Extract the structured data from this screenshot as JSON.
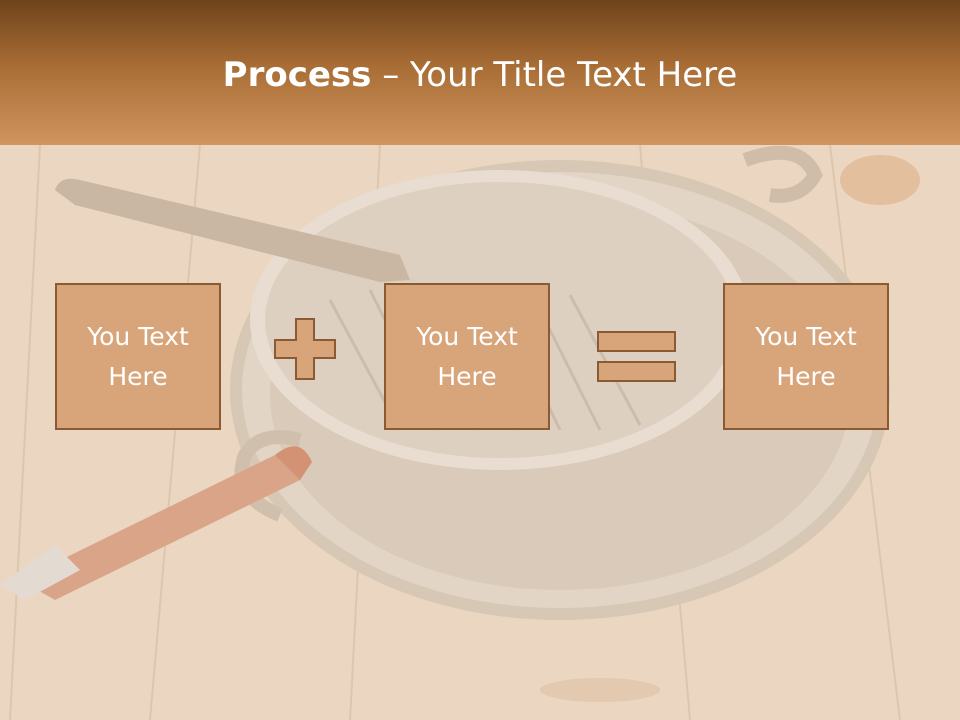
{
  "slide": {
    "title_bold": "Process",
    "title_dash": " – ",
    "title_rest": "Your Title Text Here",
    "boxes": [
      {
        "text": "You Text Here"
      },
      {
        "text": "You Text Here"
      },
      {
        "text": "You Text Here"
      }
    ],
    "operators": [
      "plus-icon",
      "equals-icon"
    ]
  },
  "colors": {
    "title_bar_top": "#6e431b",
    "title_bar_bottom": "#d0955e",
    "box_fill": "#d8a57b",
    "box_border": "#8a5a35",
    "text": "#ffffff"
  }
}
